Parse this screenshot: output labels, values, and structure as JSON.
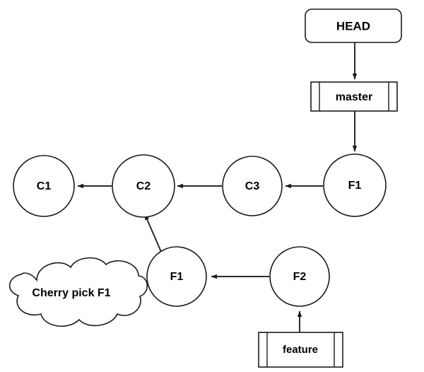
{
  "diagram": {
    "title": "Git cherry-pick branch diagram",
    "background_color": "#ffffff",
    "stroke_color": "#1a1a1a",
    "text_color": "#000000",
    "nodes": {
      "head": {
        "label": "HEAD",
        "shape": "rounded-rectangle"
      },
      "master": {
        "label": "master",
        "shape": "tape-box"
      },
      "feature": {
        "label": "feature",
        "shape": "tape-box"
      },
      "c1": {
        "label": "C1",
        "shape": "circle"
      },
      "c2": {
        "label": "C2",
        "shape": "circle"
      },
      "c3": {
        "label": "C3",
        "shape": "circle"
      },
      "f1_top": {
        "label": "F1",
        "shape": "circle"
      },
      "f1_bottom": {
        "label": "F1",
        "shape": "circle"
      },
      "f2": {
        "label": "F2",
        "shape": "circle"
      },
      "cloud": {
        "label": "Cherry pick F1",
        "shape": "cloud"
      }
    },
    "edges": [
      {
        "from": "HEAD",
        "to": "master",
        "direction": "down"
      },
      {
        "from": "master",
        "to": "F1",
        "direction": "down"
      },
      {
        "from": "F1",
        "to": "C3",
        "direction": "left"
      },
      {
        "from": "C3",
        "to": "C2",
        "direction": "left"
      },
      {
        "from": "C2",
        "to": "C1",
        "direction": "left"
      },
      {
        "from": "F1",
        "to": "C2",
        "direction": "up-left"
      },
      {
        "from": "F2",
        "to": "F1",
        "direction": "left"
      },
      {
        "from": "feature",
        "to": "F2",
        "direction": "up"
      }
    ]
  }
}
